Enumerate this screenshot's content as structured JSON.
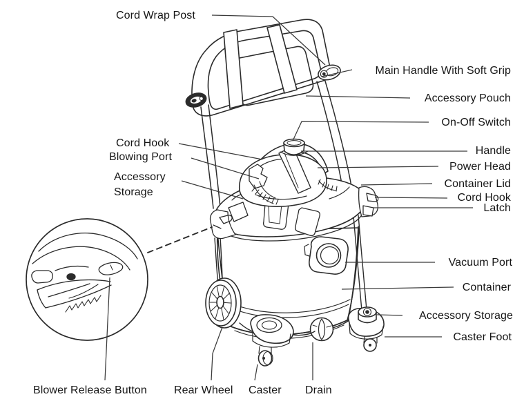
{
  "figure": {
    "type": "parts-diagram",
    "subject": "wet-dry vacuum cleaner exploded label diagram",
    "background_color": "#ffffff",
    "line_color": "#2b2b2b",
    "text_color": "#161616"
  },
  "labels": {
    "cord_wrap_post": "Cord Wrap Post",
    "main_handle_with_soft_grip": "Main Handle With Soft Grip",
    "accessory_pouch": "Accessory Pouch",
    "on_off_switch": "On-Off Switch",
    "cord_hook_left": "Cord Hook",
    "blowing_port": "Blowing Port",
    "accessory_storage_left_line1": "Accessory",
    "accessory_storage_left_line2": "Storage",
    "handle": "Handle",
    "power_head": "Power Head",
    "container_lid": "Container Lid",
    "cord_hook_right": "Cord Hook",
    "latch": "Latch",
    "vacuum_port": "Vacuum Port",
    "container": "Container",
    "accessory_storage_right": "Accessory Storage",
    "caster_foot": "Caster Foot",
    "blower_release_button": "Blower Release Button",
    "rear_wheel": "Rear Wheel",
    "caster": "Caster",
    "drain": "Drain"
  }
}
